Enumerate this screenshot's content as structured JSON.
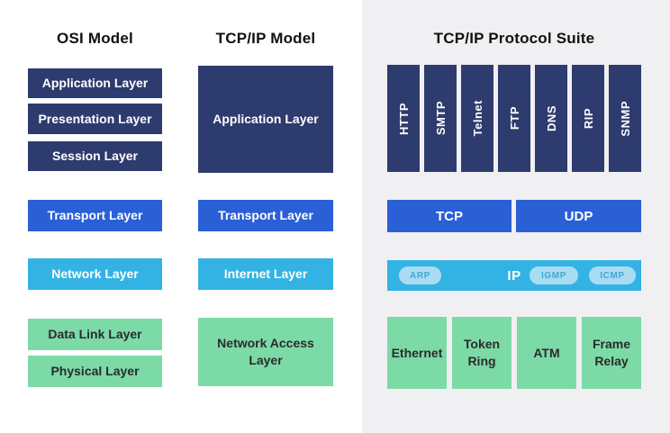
{
  "colors": {
    "navy": "#2e3b6e",
    "blue": "#2a5fd6",
    "light_blue": "#33b3e4",
    "green": "#7cdaa7",
    "panel_background": "#f0f0f2",
    "page_background": "#ffffff",
    "pill_background": "#a9dcf2",
    "pill_text": "#41a6d6",
    "heading_text": "#111111",
    "box_text_light": "#ffffff",
    "box_text_dark": "#2b2b2b"
  },
  "osi_model": {
    "title": "OSI Model",
    "layers": [
      {
        "label": "Application Layer",
        "color": "navy"
      },
      {
        "label": "Presentation Layer",
        "color": "navy"
      },
      {
        "label": "Session Layer",
        "color": "navy"
      },
      {
        "label": "Transport Layer",
        "color": "blue"
      },
      {
        "label": "Network Layer",
        "color": "light_blue"
      },
      {
        "label": "Data Link Layer",
        "color": "green"
      },
      {
        "label": "Physical Layer",
        "color": "green"
      }
    ]
  },
  "tcpip_model": {
    "title": "TCP/IP Model",
    "layers": [
      {
        "label": "Application Layer",
        "color": "navy"
      },
      {
        "label": "Transport Layer",
        "color": "blue"
      },
      {
        "label": "Internet Layer",
        "color": "light_blue"
      },
      {
        "label": "Network Access Layer",
        "color": "green"
      }
    ]
  },
  "protocol_suite": {
    "title": "TCP/IP Protocol Suite",
    "application_protocols": [
      "HTTP",
      "SMTP",
      "Telnet",
      "FTP",
      "DNS",
      "RIP",
      "SNMP"
    ],
    "transport_protocols": [
      "TCP",
      "UDP"
    ],
    "internet_layer": {
      "label": "IP",
      "side_protocols": [
        "ARP",
        "IGMP",
        "ICMP"
      ]
    },
    "link_protocols": [
      "Ethernet",
      "Token Ring",
      "ATM",
      "Frame Relay"
    ]
  }
}
